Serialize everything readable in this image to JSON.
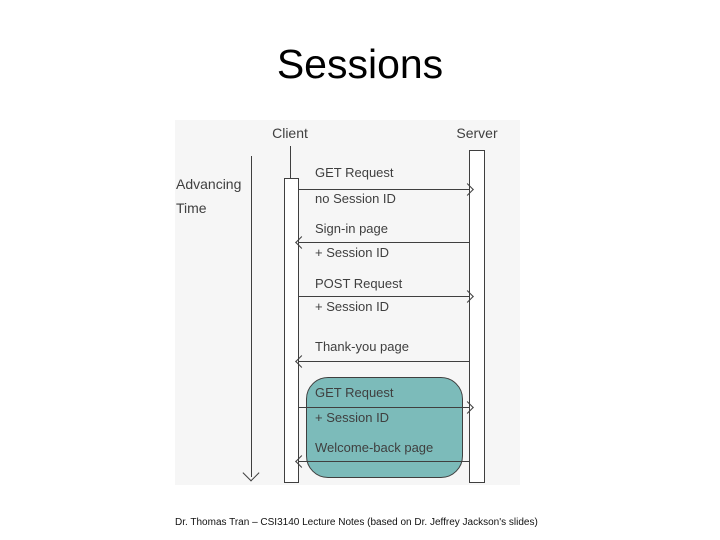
{
  "slide": {
    "title": "Sessions",
    "footer": "Dr. Thomas Tran – CSI3140 Lecture Notes (based on Dr. Jeffrey Jackson's slides)"
  },
  "diagram": {
    "client_label": "Client",
    "server_label": "Server",
    "advancing_time_line1": "Advancing",
    "advancing_time_line2": "Time",
    "messages": [
      {
        "line1": "GET Request",
        "line2": "no Session ID",
        "direction": "right",
        "highlighted": false
      },
      {
        "line1": "Sign-in page",
        "line2": "+ Session ID",
        "direction": "left",
        "highlighted": false
      },
      {
        "line1": "POST Request",
        "line2": "+ Session ID",
        "direction": "right",
        "highlighted": false
      },
      {
        "line1": "Thank-you page",
        "line2": "",
        "direction": "left",
        "highlighted": false
      },
      {
        "line1": "GET Request",
        "line2": "+ Session ID",
        "direction": "right",
        "highlighted": true
      },
      {
        "line1": "Welcome-back page",
        "line2": "",
        "direction": "left",
        "highlighted": true
      }
    ],
    "highlight_color": "#7cbbba",
    "background_color": "#f6f6f6"
  }
}
